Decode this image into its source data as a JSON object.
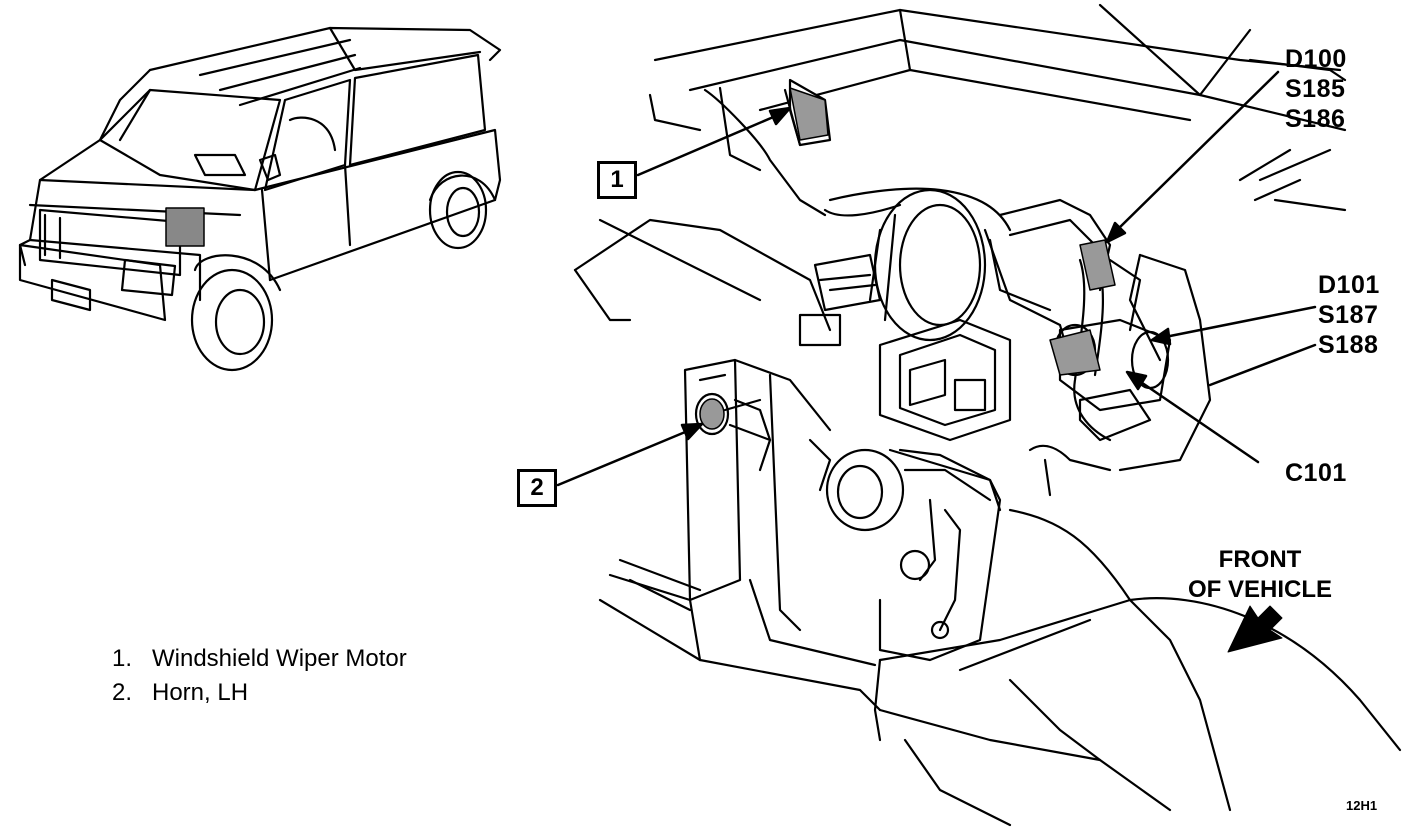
{
  "legend": {
    "items": [
      {
        "num": "1.",
        "label": "Windshield Wiper Motor"
      },
      {
        "num": "2.",
        "label": "Horn, LH"
      }
    ]
  },
  "callouts": {
    "one": "1",
    "two": "2"
  },
  "codes": {
    "group_top": [
      "D100",
      "S185",
      "S186"
    ],
    "group_mid": [
      "D101",
      "S187",
      "S188"
    ],
    "single": "C101"
  },
  "orientation": {
    "line1": "FRONT",
    "line2": "OF VEHICLE"
  },
  "figure_id": "12H1"
}
